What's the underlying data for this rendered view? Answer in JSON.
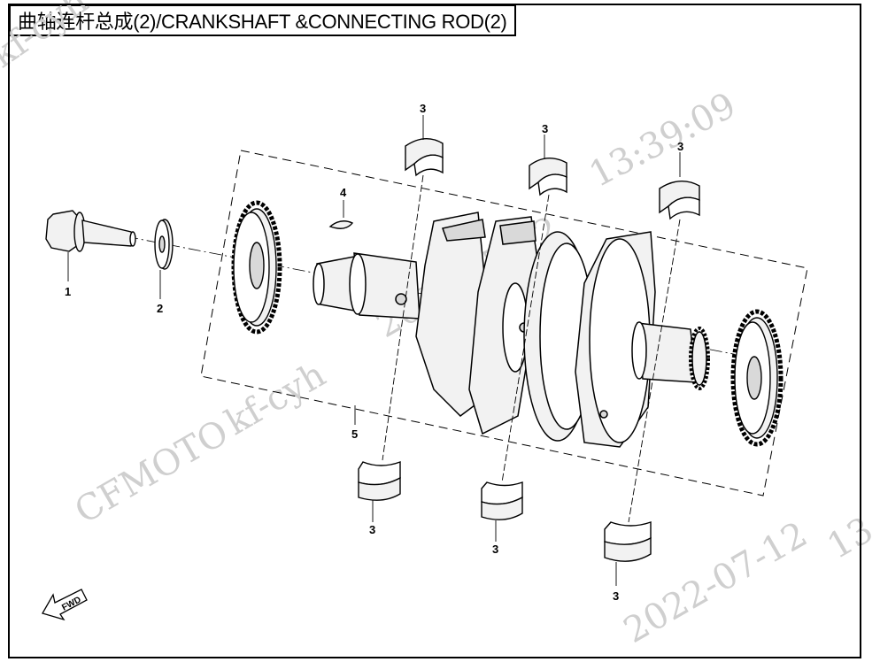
{
  "title": "曲轴连杆总成(2)/CRANKSHAFT &CONNECTING ROD(2)",
  "callouts": {
    "part_1": "1",
    "part_2": "2",
    "bearing_a": "3",
    "bearing_b": "3",
    "bearing_c": "3",
    "bearing_d": "3",
    "bearing_e": "3",
    "bearing_f": "3",
    "part_4": "4",
    "part_5": "5"
  },
  "fwd_label": "FWD",
  "watermarks": {
    "w1": "kf-cyh",
    "w2": "13:39:09",
    "w3": "2022-07-12",
    "w4": "kf-cyh",
    "w5": "CFMOTO",
    "w6": "2022-07-12",
    "w7": "13"
  },
  "colors": {
    "line": "#000000",
    "watermark": "#cfcfcf",
    "fill_light": "#f2f2f2",
    "fill_mid": "#d9d9d9"
  }
}
